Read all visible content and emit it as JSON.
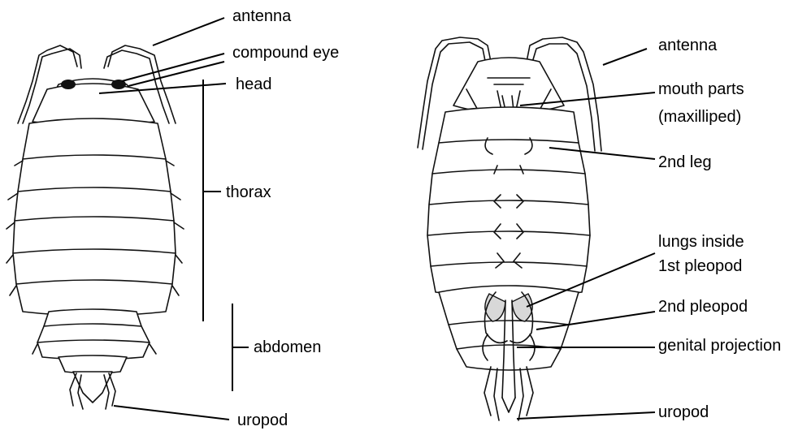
{
  "dorsal_view": {
    "labels": {
      "antenna": "antenna",
      "compound_eye": "compound eye",
      "head": "head",
      "thorax": "thorax",
      "abdomen": "abdomen",
      "uropod": "uropod"
    }
  },
  "ventral_view": {
    "labels": {
      "antenna": "antenna",
      "mouth_parts_line1": "mouth parts",
      "mouth_parts_line2": "(maxilliped)",
      "second_leg": "2nd leg",
      "lungs_line1": "lungs inside",
      "lungs_line2": "1st pleopod",
      "second_pleopod": "2nd pleopod",
      "genital_projection": "genital projection",
      "uropod": "uropod"
    }
  },
  "colors": {
    "ink": "#111111",
    "background": "#ffffff",
    "lung_shade": "#d8d8d8"
  }
}
